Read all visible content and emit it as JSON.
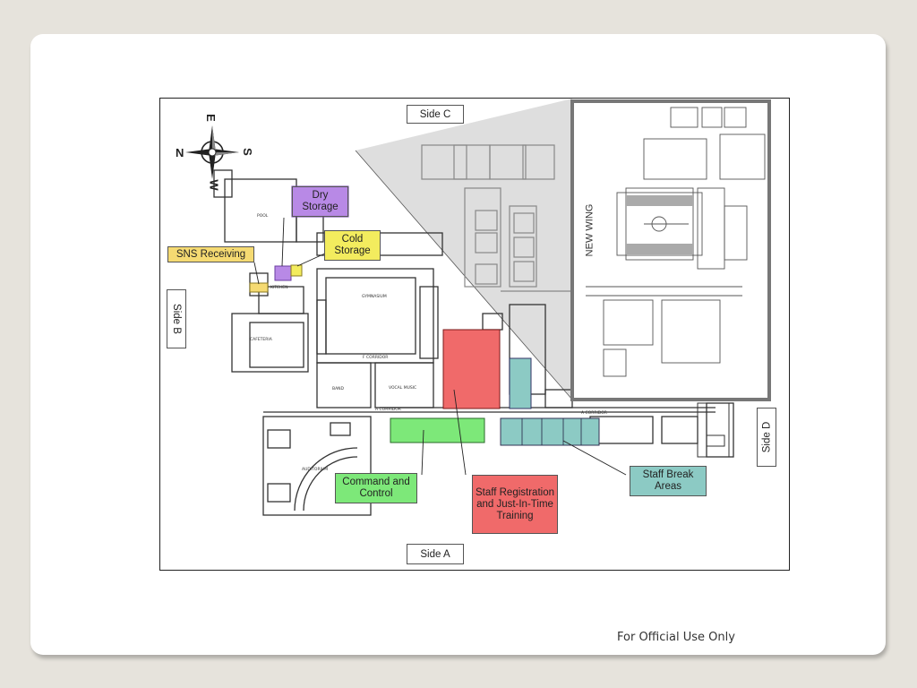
{
  "sides": {
    "c": "Side C",
    "a": "Side A",
    "b": "Side B",
    "d": "Side D"
  },
  "compass": {
    "n": "N",
    "e": "E",
    "s": "S",
    "w": "W"
  },
  "new_wing": "NEW WING",
  "labels": {
    "dry_storage": "Dry Storage",
    "cold_storage": "Cold Storage",
    "sns_receiving": "SNS Receiving",
    "command_control": "Command and Control",
    "staff_registration": "Staff Registration and Just-In-Time Training",
    "staff_break": "Staff Break Areas"
  },
  "colors": {
    "purple": "#b889e6",
    "yellow": "#f3ec5e",
    "sns_yellow": "#f5da72",
    "green": "#7de879",
    "red": "#f06a6a",
    "teal": "#8ccac4"
  },
  "footer": "For Official Use Only"
}
